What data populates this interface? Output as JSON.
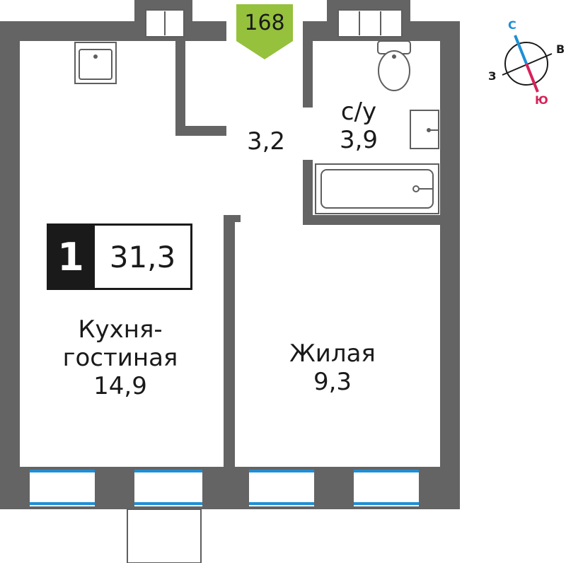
{
  "apartment": {
    "number": "168",
    "rooms_count": "1",
    "total_area": "31,3"
  },
  "rooms": {
    "hall": {
      "area": "3,2"
    },
    "bathroom": {
      "name": "с/у",
      "area": "3,9"
    },
    "kitchen_living": {
      "name_line1": "Кухня-",
      "name_line2": "гостиная",
      "area": "14,9"
    },
    "living": {
      "name": "Жилая",
      "area": "9,3"
    }
  },
  "compass": {
    "north": "С",
    "east": "В",
    "west": "З",
    "south": "Ю"
  },
  "colors": {
    "wall": "#646464",
    "accent_badge": "#95c13d",
    "window": "#1e8fd6",
    "compass_north": "#1e8fd6",
    "compass_south": "#d6225a"
  }
}
